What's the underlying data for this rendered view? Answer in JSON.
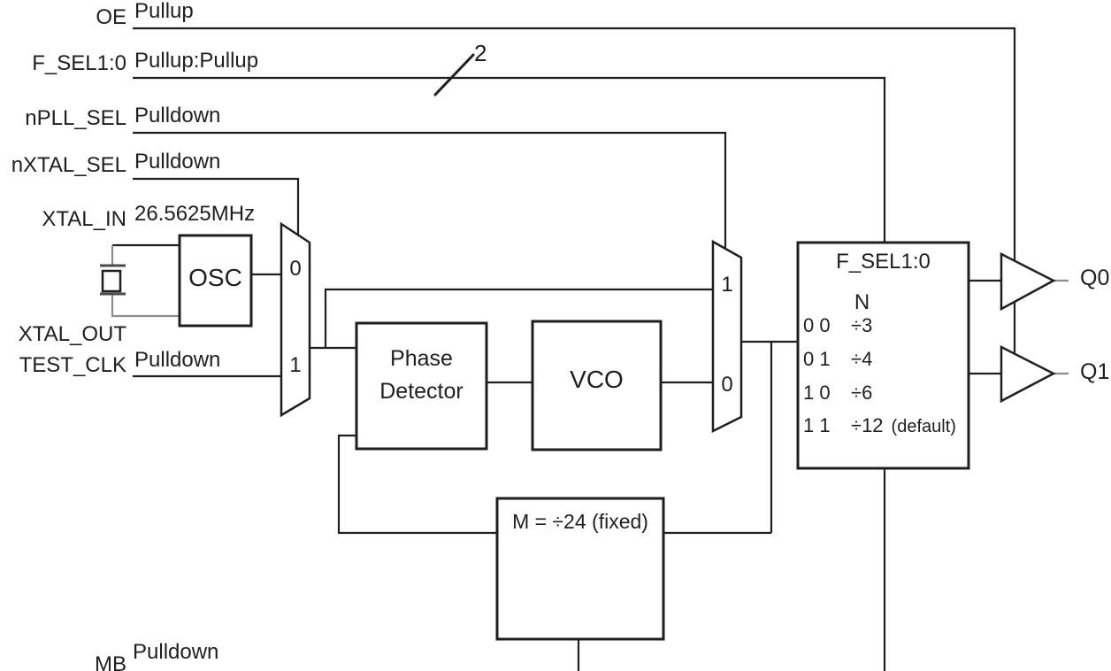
{
  "colors": {
    "line": "#1f1f1f",
    "line_gray": "#8d8d8d",
    "background": "#ffffff"
  },
  "pins": {
    "oe": {
      "label": "OE",
      "annotation": "Pullup"
    },
    "f_sel": {
      "label": "F_SEL1:0",
      "annotation": "Pullup:Pullup"
    },
    "npll_sel": {
      "label": "nPLL_SEL",
      "annotation": "Pulldown"
    },
    "nxtal_sel": {
      "label": "nXTAL_SEL",
      "annotation": "Pulldown"
    },
    "xtal_in": {
      "label": "XTAL_IN",
      "annotation": "26.5625MHz"
    },
    "xtal_out": {
      "label": "XTAL_OUT"
    },
    "test_clk": {
      "label": "TEST_CLK",
      "annotation": "Pulldown"
    },
    "mb": {
      "label": "MB",
      "annotation": "Pulldown"
    }
  },
  "blocks": {
    "osc": {
      "label": "OSC"
    },
    "phase_detector": {
      "line1": "Phase",
      "line2": "Detector"
    },
    "vco": {
      "label": "VCO"
    },
    "m_divider": {
      "label": "M = ÷24 (fixed)"
    },
    "n_divider": {
      "title": "F_SEL1:0",
      "header": "N",
      "rows": [
        {
          "bits": "0 0",
          "value": "÷3",
          "note": ""
        },
        {
          "bits": "0 1",
          "value": "÷4",
          "note": ""
        },
        {
          "bits": "1 0",
          "value": "÷6",
          "note": ""
        },
        {
          "bits": "1 1",
          "value": "÷12",
          "note": "(default)"
        }
      ]
    }
  },
  "mux1": {
    "top_input": "0",
    "bottom_input": "1"
  },
  "mux2": {
    "top_input": "1",
    "bottom_input": "0"
  },
  "bus": {
    "width": "2"
  },
  "outputs": {
    "q0": "Q0",
    "q1": "Q1"
  }
}
